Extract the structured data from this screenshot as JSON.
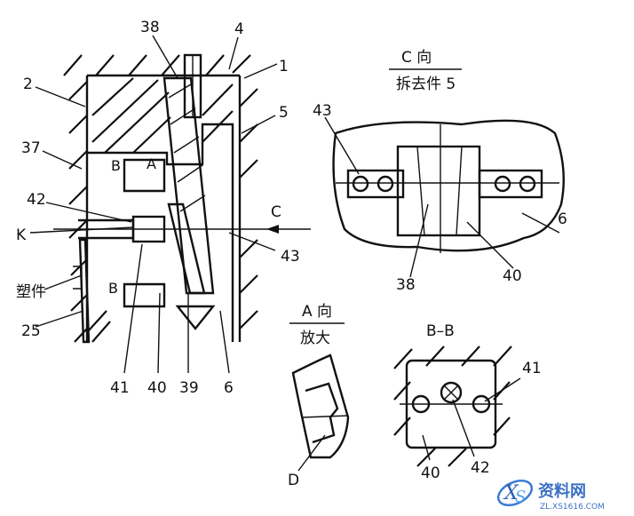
{
  "labels": {
    "n38_top": "38",
    "n4": "4",
    "n1": "1",
    "n2": "2",
    "n5": "5",
    "n37": "37",
    "nB_top": "B",
    "nA": "A",
    "n42_left": "42",
    "nC_arrow": "C",
    "nK": "K",
    "n43_main": "43",
    "n_part": "塑件",
    "nB_bot": "B",
    "n25": "25",
    "n41_main": "41",
    "n40_main": "40",
    "n39": "39",
    "n6_main": "6",
    "c_view_title": "C 向",
    "c_view_sub": "拆去件 5",
    "n43_c": "43",
    "n6_c": "6",
    "n38_c": "38",
    "n40_c": "40",
    "a_view_title": "A 向",
    "a_view_sub": "放大",
    "nD": "D",
    "bb_title": "B–B",
    "n41_bb": "41",
    "n40_bb": "40",
    "n42_bb": "42"
  },
  "watermark": {
    "site_name": "资料网",
    "site_url": "ZL.XS1616.COM"
  }
}
